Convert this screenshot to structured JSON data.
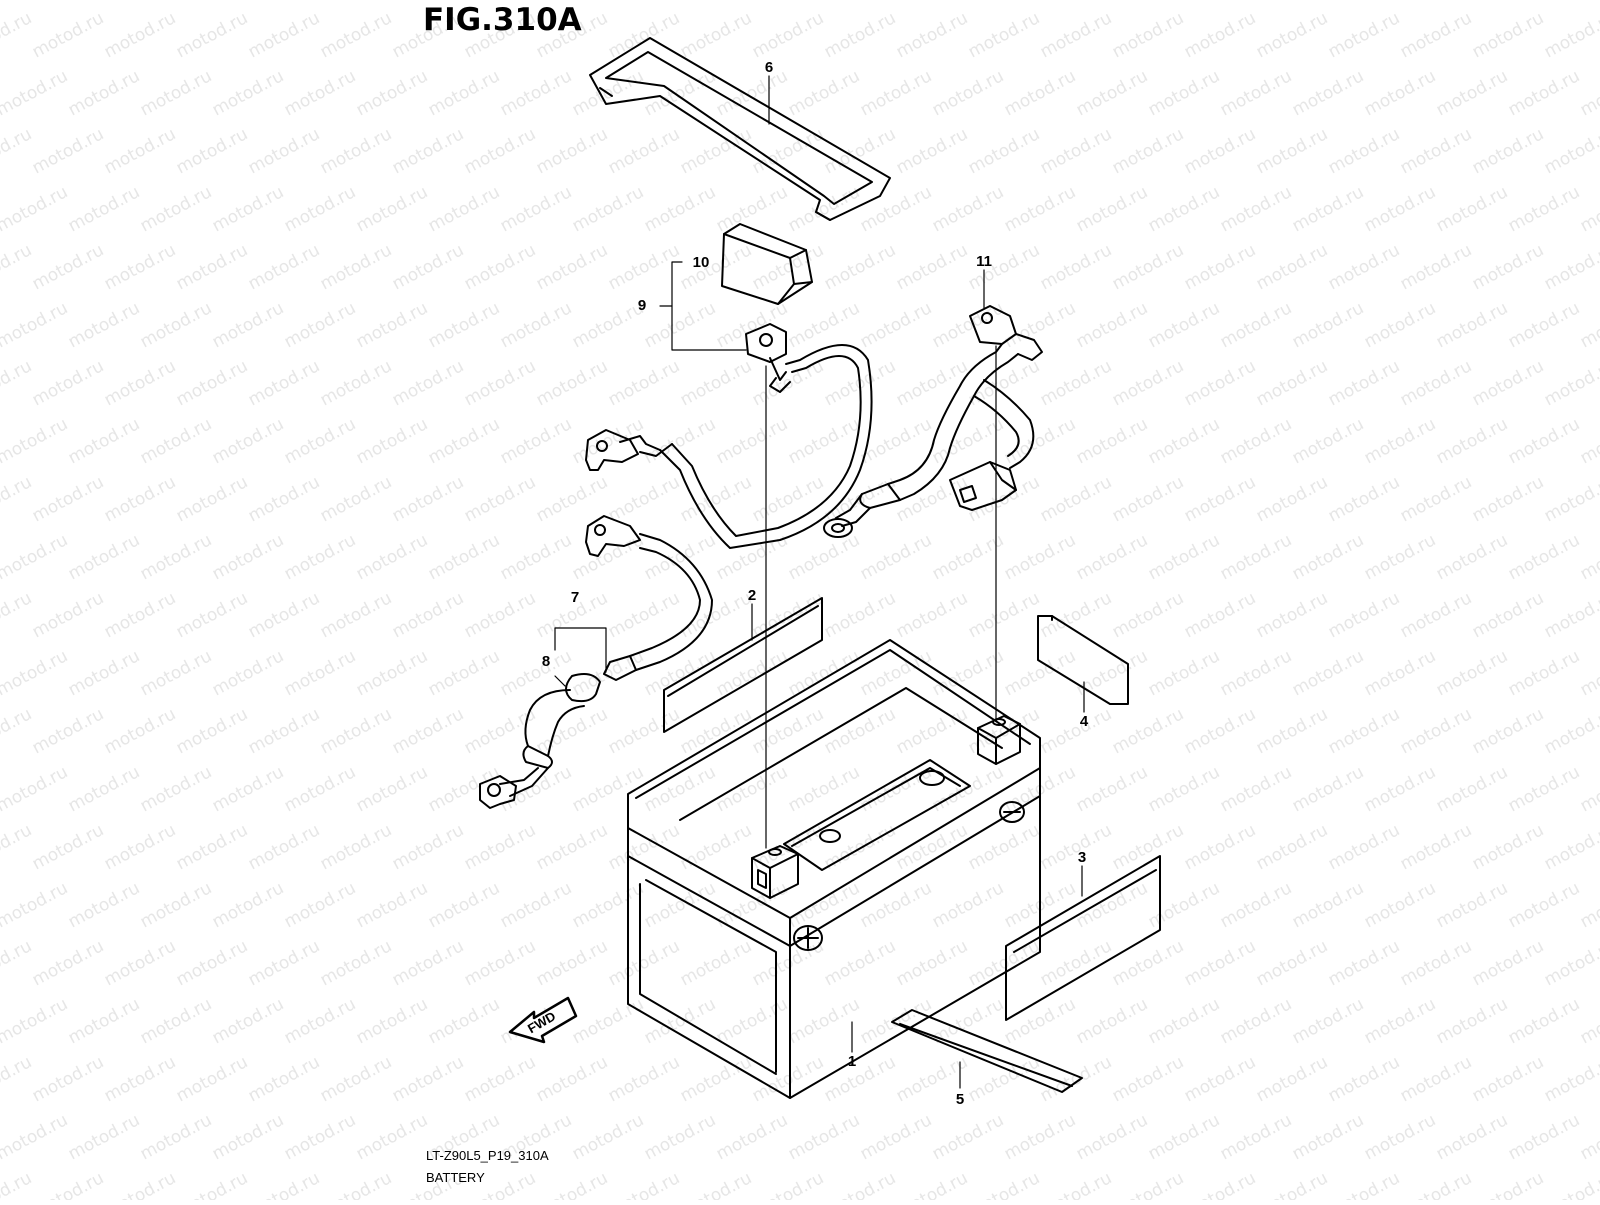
{
  "figure": {
    "title": "FIG.310A",
    "drawing_code": "LT-Z90L5_P19_310A",
    "section_name": "BATTERY"
  },
  "watermark": {
    "text": "motod.ru"
  },
  "callouts": [
    "1",
    "2",
    "3",
    "4",
    "5",
    "6",
    "7",
    "8",
    "9",
    "10",
    "11"
  ],
  "arrow": {
    "label": "FWD"
  }
}
